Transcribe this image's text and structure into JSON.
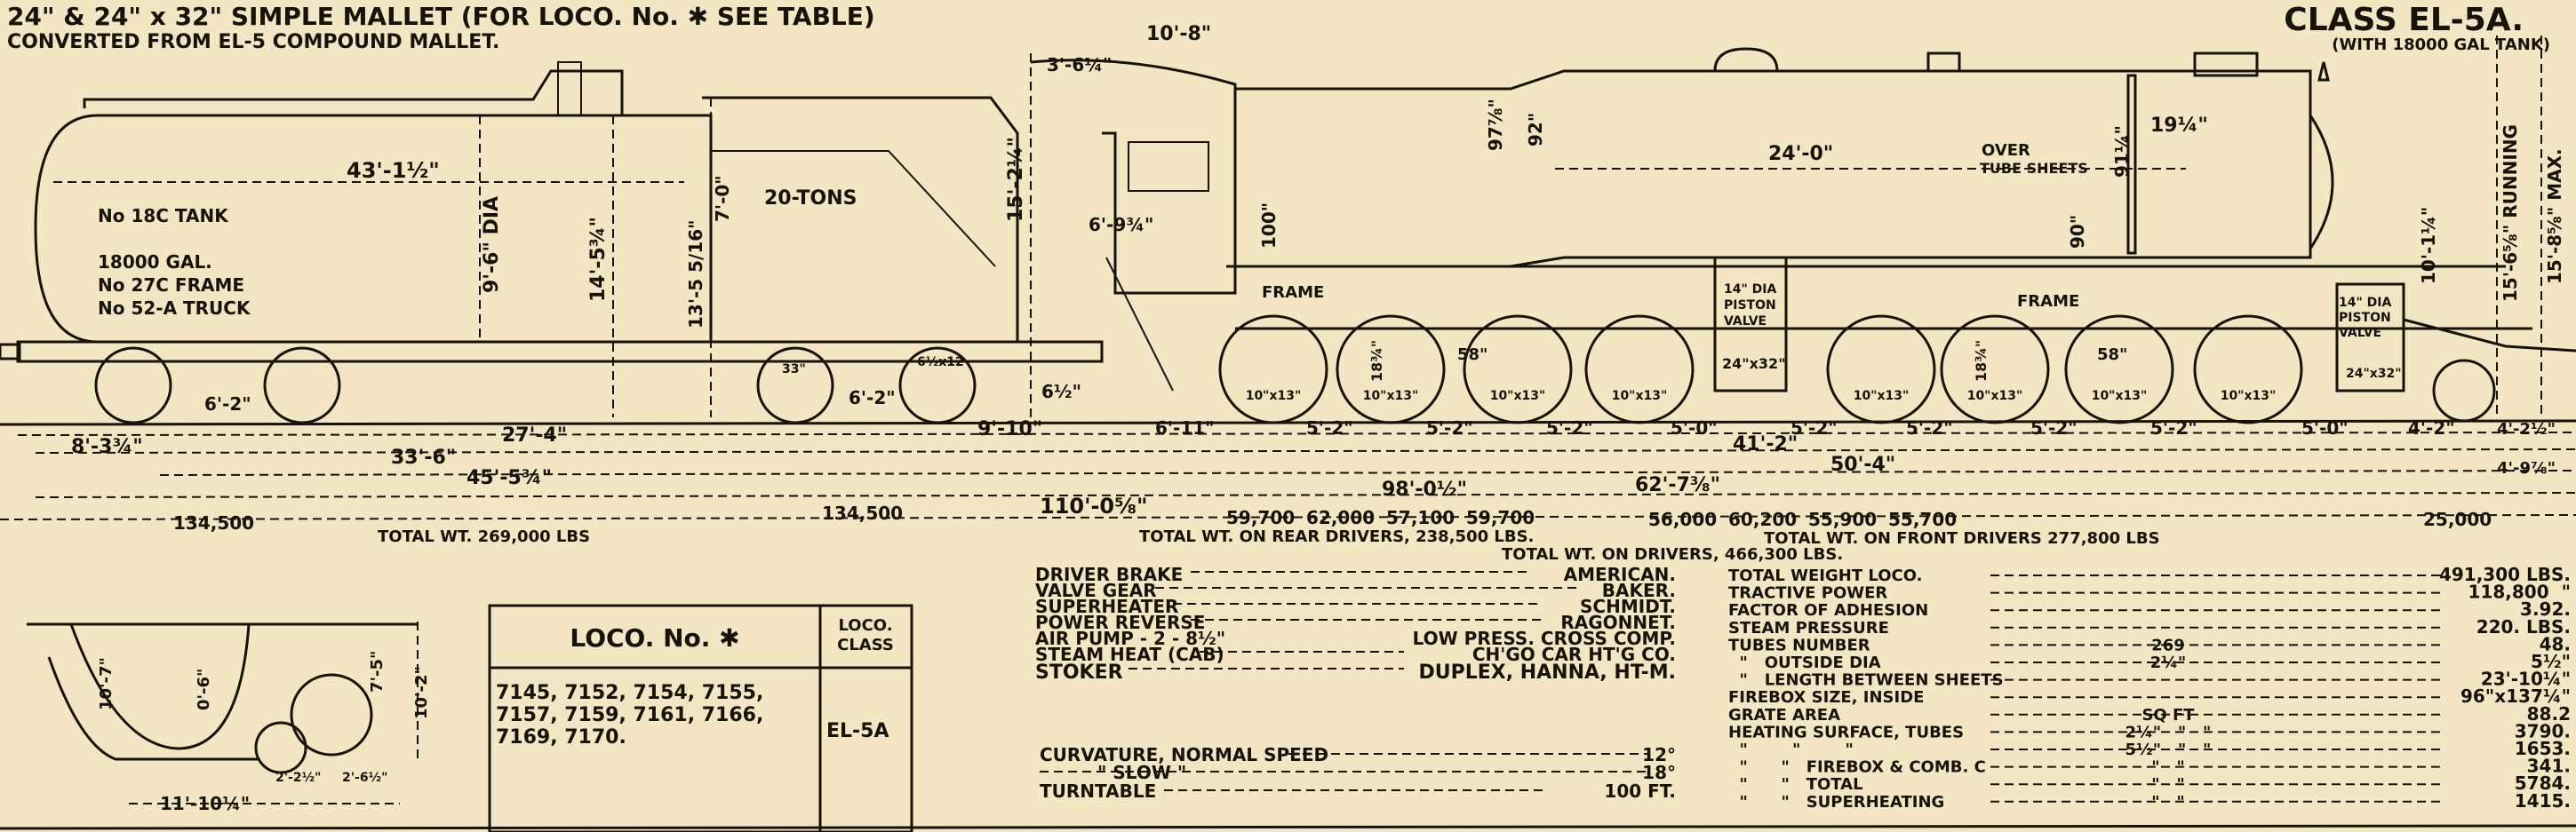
{
  "title": {
    "line1": "24\" & 24\" x 32\" SIMPLE MALLET   (FOR LOCO. No. ✱ SEE TABLE)",
    "line2": "CONVERTED FROM EL-5 COMPOUND MALLET."
  },
  "class_title": {
    "class": "CLASS EL-5A.",
    "tank": "(WITH 18000 GAL TANK)"
  },
  "tender": {
    "length": "43'-1½\"",
    "tank_no": "No 18C TANK",
    "capacity": "18000 GAL.",
    "frame": "No 27C FRAME",
    "truck": "No 52-A TRUCK",
    "coal": "20-TONS",
    "dia": "9'-6\" DIA",
    "h1": "14'-5¾\"",
    "h2": "13'-5 5/16\"",
    "h3": "7'-0\"",
    "h4": "15'-2¼\"",
    "truck_wb_1": "6'-2\"",
    "truck_wb_2": "6'-2\"",
    "wheel_1": "33\"",
    "wheel_2": "6½x12"
  },
  "cab": {
    "d1": "3'-6¼\"",
    "d2": "10'-8\"",
    "d3": "6'-9¾\"",
    "d4": "6½\""
  },
  "engine": {
    "boiler_h1": "97⅞\"",
    "boiler_h2": "92\"",
    "firebox_h": "100\"",
    "tube_len": "24'-0\"",
    "over": "OVER",
    "tube_sheets": "TUBE SHEETS",
    "smokebox_h": "91¼\"",
    "front_h": "90\"",
    "stack_w": "19¼\"",
    "frame_label": "FRAME",
    "valve": [
      "14\" DIA",
      "PISTON",
      "VALVE"
    ],
    "cylinder": "24\"x32\"",
    "driver_dia": "58\"",
    "driver_clear": "18¾\"",
    "wheel_label": "10\"x13\"",
    "center_h": "10'-1¼\"",
    "running": "15'-6⅝\" RUNNING",
    "max": "15'-8⅝\" MAX."
  },
  "dimensions": {
    "tender_front": "8'-3¾\"",
    "tender_27": "27'-4\"",
    "tender_33": "33'-6\"",
    "tender_45": "45'-5¾\"",
    "gap": "9'-10\"",
    "overall": "110'-0⅝\"",
    "rear_lead": "6'-11\"",
    "spacings": [
      "5'-2\"",
      "5'-2\"",
      "5'-2\"",
      "5'-0\"",
      "5'-2\"",
      "5'-2\"",
      "5'-2\"",
      "5'-2\"",
      "5'-0\"",
      "4'-2\"",
      "4'-2½\""
    ],
    "d41": "41'-2\"",
    "d50": "50'-4\"",
    "d62": "62'-7⅜\"",
    "d98": "98'-0½\"",
    "d49": "4'-9⅞\""
  },
  "weights": {
    "tender_rear": "134,500",
    "tender_front": "134,500",
    "tender_total": "TOTAL WT. 269,000 LBS",
    "rear_drivers": [
      "59,700",
      "62,000",
      "57,100",
      "59,700"
    ],
    "front_drivers": [
      "56,000",
      "60,200",
      "55,900",
      "55,700"
    ],
    "truck": "25,000",
    "rear_total": "TOTAL WT. ON REAR DRIVERS, 238,500 LBS.",
    "front_total": "TOTAL WT. ON FRONT DRIVERS 277,800 LBS",
    "drivers_total": "TOTAL WT. ON DRIVERS, 466,300 LBS."
  },
  "section": {
    "a": "10'-7\"",
    "b": "0'-6\"",
    "c": "7'-5\"",
    "d": "10'-2\"",
    "e": "2'-2½\"",
    "f": "2'-6½\"",
    "g": "11'-10¼\""
  },
  "loco_table": {
    "header": "LOCO. No. ✱",
    "class_header": [
      "LOCO.",
      "CLASS"
    ],
    "numbers": [
      "7145, 7152, 7154, 7155,",
      "7157, 7159, 7161, 7166,",
      "7169, 7170."
    ],
    "class": "EL-5A"
  },
  "specs_left": [
    {
      "label": "DRIVER BRAKE",
      "value": "AMERICAN."
    },
    {
      "label": "VALVE GEAR",
      "value": "BAKER."
    },
    {
      "label": "SUPERHEATER",
      "value": "SCHMIDT."
    },
    {
      "label": "POWER REVERSE",
      "value": "RAGONNET."
    },
    {
      "label": "AIR PUMP - 2 - 8½\"",
      "value": "LOW PRESS. CROSS COMP."
    },
    {
      "label": "STEAM HEAT (CAB)",
      "value": "CH'GO CAR HT'G CO."
    },
    {
      "label": "STOKER",
      "value": "DUPLEX, HANNA, HT-M."
    }
  ],
  "curvature": [
    {
      "label": "CURVATURE, NORMAL SPEED",
      "value": "12°"
    },
    {
      "label": "\"        SLOW        \"",
      "value": "18°"
    },
    {
      "label": "TURNTABLE",
      "value": "100 FT."
    }
  ],
  "specs_right": [
    {
      "label": "TOTAL WEIGHT LOCO.",
      "mid": "",
      "value": "491,300 LBS."
    },
    {
      "label": "TRACTIVE POWER",
      "mid": "",
      "value": "118,800  \""
    },
    {
      "label": "FACTOR OF ADHESION",
      "mid": "",
      "value": "3.92."
    },
    {
      "label": "STEAM PRESSURE",
      "mid": "",
      "value": "220. LBS."
    },
    {
      "label": "TUBES NUMBER",
      "mid": "269",
      "value": "48."
    },
    {
      "label": "  \"   OUTSIDE DIA",
      "mid": "2¼\"",
      "value": "5½\""
    },
    {
      "label": "  \"   LENGTH BETWEEN SHEETS",
      "mid": "",
      "value": "23'-10¼\""
    },
    {
      "label": "FIREBOX SIZE, INSIDE",
      "mid": "",
      "value": "96\"x137¼\""
    },
    {
      "label": "GRATE AREA",
      "mid": "SQ FT",
      "value": "88.2"
    },
    {
      "label": "HEATING SURFACE, TUBES",
      "mid": "2¼\"   \"   \"",
      "value": "3790."
    },
    {
      "label": "  \"        \"        \"",
      "mid": "5½\"   \"   \"",
      "value": "1653."
    },
    {
      "label": "  \"      \"   FIREBOX & COMB. C",
      "mid": "\"   \"",
      "value": "341."
    },
    {
      "label": "  \"      \"   TOTAL",
      "mid": "\"   \"",
      "value": "5784."
    },
    {
      "label": "  \"      \"   SUPERHEATING",
      "mid": "\"   \"",
      "value": "1415."
    }
  ]
}
